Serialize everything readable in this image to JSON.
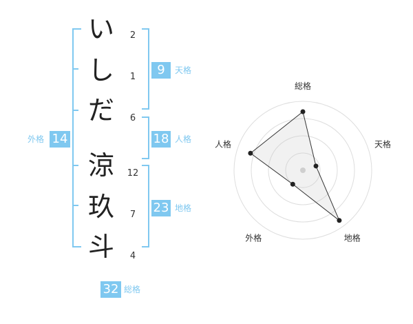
{
  "name_chars": [
    {
      "char": "い",
      "strokes": "2"
    },
    {
      "char": "し",
      "strokes": "1"
    },
    {
      "char": "だ",
      "strokes": "6"
    },
    {
      "char": "涼",
      "strokes": "12"
    },
    {
      "char": "玖",
      "strokes": "7"
    },
    {
      "char": "斗",
      "strokes": "4"
    }
  ],
  "kaku": {
    "tenkaku": {
      "value": "9",
      "label": "天格"
    },
    "jinkaku": {
      "value": "18",
      "label": "人格"
    },
    "chikaku": {
      "value": "23",
      "label": "地格"
    },
    "gaikaku": {
      "value": "14",
      "label": "外格"
    },
    "soukaku": {
      "value": "32",
      "label": "総格"
    }
  },
  "colors": {
    "accent": "#7fc8f0",
    "bracket": "#7fc8f0",
    "text": "#222222"
  },
  "chart_data": {
    "type": "radar",
    "axes": [
      "総格",
      "天格",
      "地格",
      "外格",
      "人格"
    ],
    "values": [
      0.85,
      0.2,
      0.9,
      0.25,
      0.8
    ],
    "range": [
      0,
      1
    ],
    "rings": 4,
    "grid": true
  }
}
